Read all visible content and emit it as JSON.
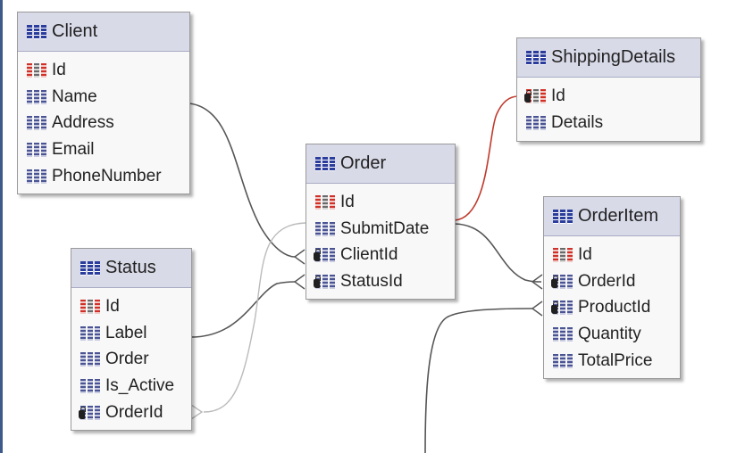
{
  "entities": {
    "client": {
      "title": "Client",
      "properties": [
        {
          "label": "Id",
          "kind": "key"
        },
        {
          "label": "Name",
          "kind": "property"
        },
        {
          "label": "Address",
          "kind": "property"
        },
        {
          "label": "Email",
          "kind": "property"
        },
        {
          "label": "PhoneNumber",
          "kind": "property"
        }
      ]
    },
    "status": {
      "title": "Status",
      "properties": [
        {
          "label": "Id",
          "kind": "key"
        },
        {
          "label": "Label",
          "kind": "property"
        },
        {
          "label": "Order",
          "kind": "property"
        },
        {
          "label": "Is_Active",
          "kind": "property"
        },
        {
          "label": "OrderId",
          "kind": "foreign-key"
        }
      ]
    },
    "order": {
      "title": "Order",
      "properties": [
        {
          "label": "Id",
          "kind": "key"
        },
        {
          "label": "SubmitDate",
          "kind": "property"
        },
        {
          "label": "ClientId",
          "kind": "foreign-key"
        },
        {
          "label": "StatusId",
          "kind": "foreign-key"
        }
      ]
    },
    "shippingdetails": {
      "title": "ShippingDetails",
      "properties": [
        {
          "label": "Id",
          "kind": "key-foreign-key"
        },
        {
          "label": "Details",
          "kind": "property"
        }
      ]
    },
    "orderitem": {
      "title": "OrderItem",
      "properties": [
        {
          "label": "Id",
          "kind": "key"
        },
        {
          "label": "OrderId",
          "kind": "foreign-key"
        },
        {
          "label": "ProductId",
          "kind": "foreign-key"
        },
        {
          "label": "Quantity",
          "kind": "property"
        },
        {
          "label": "TotalPrice",
          "kind": "property"
        }
      ]
    }
  },
  "relationships": [
    {
      "from": "Client.Id",
      "to": "Order.ClientId",
      "color": "#555555"
    },
    {
      "from": "Status.Label",
      "to": "Order.StatusId",
      "color": "#555555"
    },
    {
      "from": "Order.SubmitDate",
      "to": "Status.OrderId",
      "color": "#bbbbbb"
    },
    {
      "from": "Order.SubmitDate",
      "to": "ShippingDetails.Id",
      "color": "#c0392b"
    },
    {
      "from": "Order.SubmitDate",
      "to": "OrderItem.OrderId",
      "color": "#555555"
    },
    {
      "from": "(off-canvas)",
      "to": "OrderItem.ProductId",
      "color": "#555555"
    }
  ],
  "colors": {
    "header_bg": "#d8dae8",
    "body_bg": "#f8f8f8",
    "connector_dark": "#555555",
    "connector_light": "#bbbbbb",
    "connector_red": "#c0392b",
    "key_red": "#d03028",
    "entity_blue": "#2a3c9c"
  }
}
